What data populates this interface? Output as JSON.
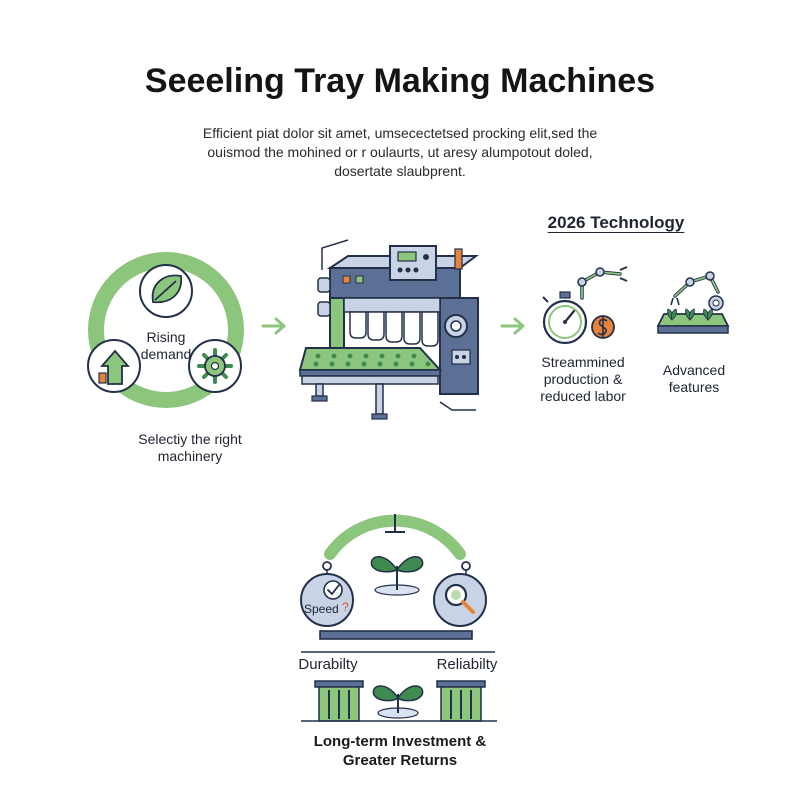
{
  "header": {
    "title": "Seeeling Tray Making Machines",
    "subtitle_lines": [
      "Efficient piat dolor sit amet, umsecectetsed procking elit,sed the",
      "ouismod the mohined or r oulaurts, ut aresy alumpotout doled,",
      "dosertate slaubprent."
    ]
  },
  "cycle": {
    "center_label_lines": [
      "Rising",
      "demand"
    ],
    "caption_lines": [
      "Selectiy the right",
      "machinery"
    ]
  },
  "technology": {
    "heading": "2026 Technology",
    "items": [
      {
        "label_lines": [
          "Streammined",
          "production &",
          "reduced labor"
        ]
      },
      {
        "label_lines": [
          "Advanced",
          "features"
        ]
      }
    ]
  },
  "balance": {
    "left_badge": "Speed",
    "left_badge_mark": "?",
    "left_label": "Durabilty",
    "right_label": "Reliabilty",
    "result_lines": [
      "Long-term Investment &",
      "Greater Returns"
    ]
  },
  "colors": {
    "green": "#8cc57c",
    "green_dark": "#3f8a4f",
    "navy": "#23304a",
    "slate": "#5c6f94",
    "steel_light": "#c9d3e6",
    "accent_orange": "#e8843a",
    "accent_red": "#d94f3d"
  }
}
